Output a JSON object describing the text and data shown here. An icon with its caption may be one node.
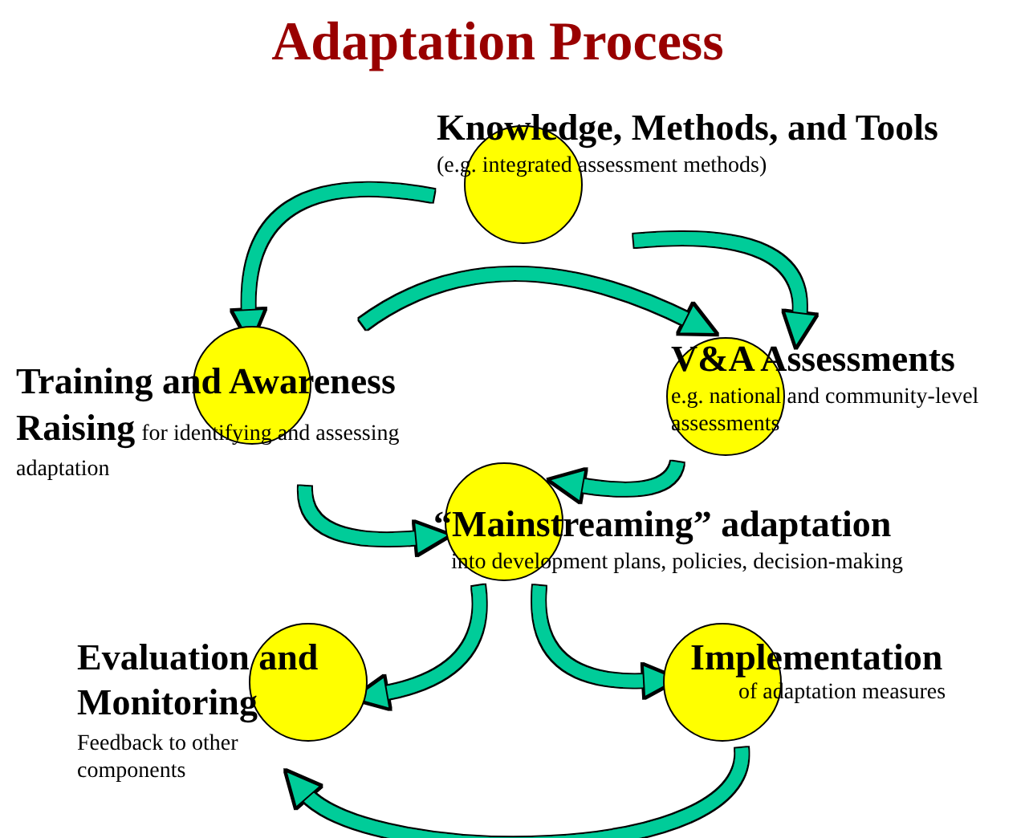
{
  "diagram": {
    "title": "Adaptation Process",
    "nodes": [
      {
        "text": [
          "Knowledge, Methods, and Tools",
          "(e.g. integrated assessment methods)"
        ]
      },
      {
        "text": [
          "Training and Awareness Raising",
          "for identifying and assessing adaptation"
        ]
      },
      {
        "text": [
          "V&A Assessments",
          "e.g. national and community-level assessments"
        ]
      },
      {
        "text": [
          "“Mainstreaming” adaptation",
          "into development plans, policies, decision-making"
        ]
      },
      {
        "text": [
          "Evaluation and Monitoring",
          "Feedback to other components"
        ]
      },
      {
        "text": [
          "Implementation",
          "of adaptation measures"
        ]
      }
    ],
    "edges": [
      {
        "from": 0,
        "to": 1,
        "arrow": "to"
      },
      {
        "from": 0,
        "to": 2,
        "arrow": "to"
      },
      {
        "from": 1,
        "to": 2,
        "arrow": "to"
      },
      {
        "from": 2,
        "to": 3,
        "arrow": "to"
      },
      {
        "from": 1,
        "to": 3,
        "arrow": "to"
      },
      {
        "from": 3,
        "to": 4,
        "arrow": "to"
      },
      {
        "from": 3,
        "to": 5,
        "arrow": "to"
      },
      {
        "from": 5,
        "to": 4,
        "arrow": "to"
      }
    ]
  }
}
